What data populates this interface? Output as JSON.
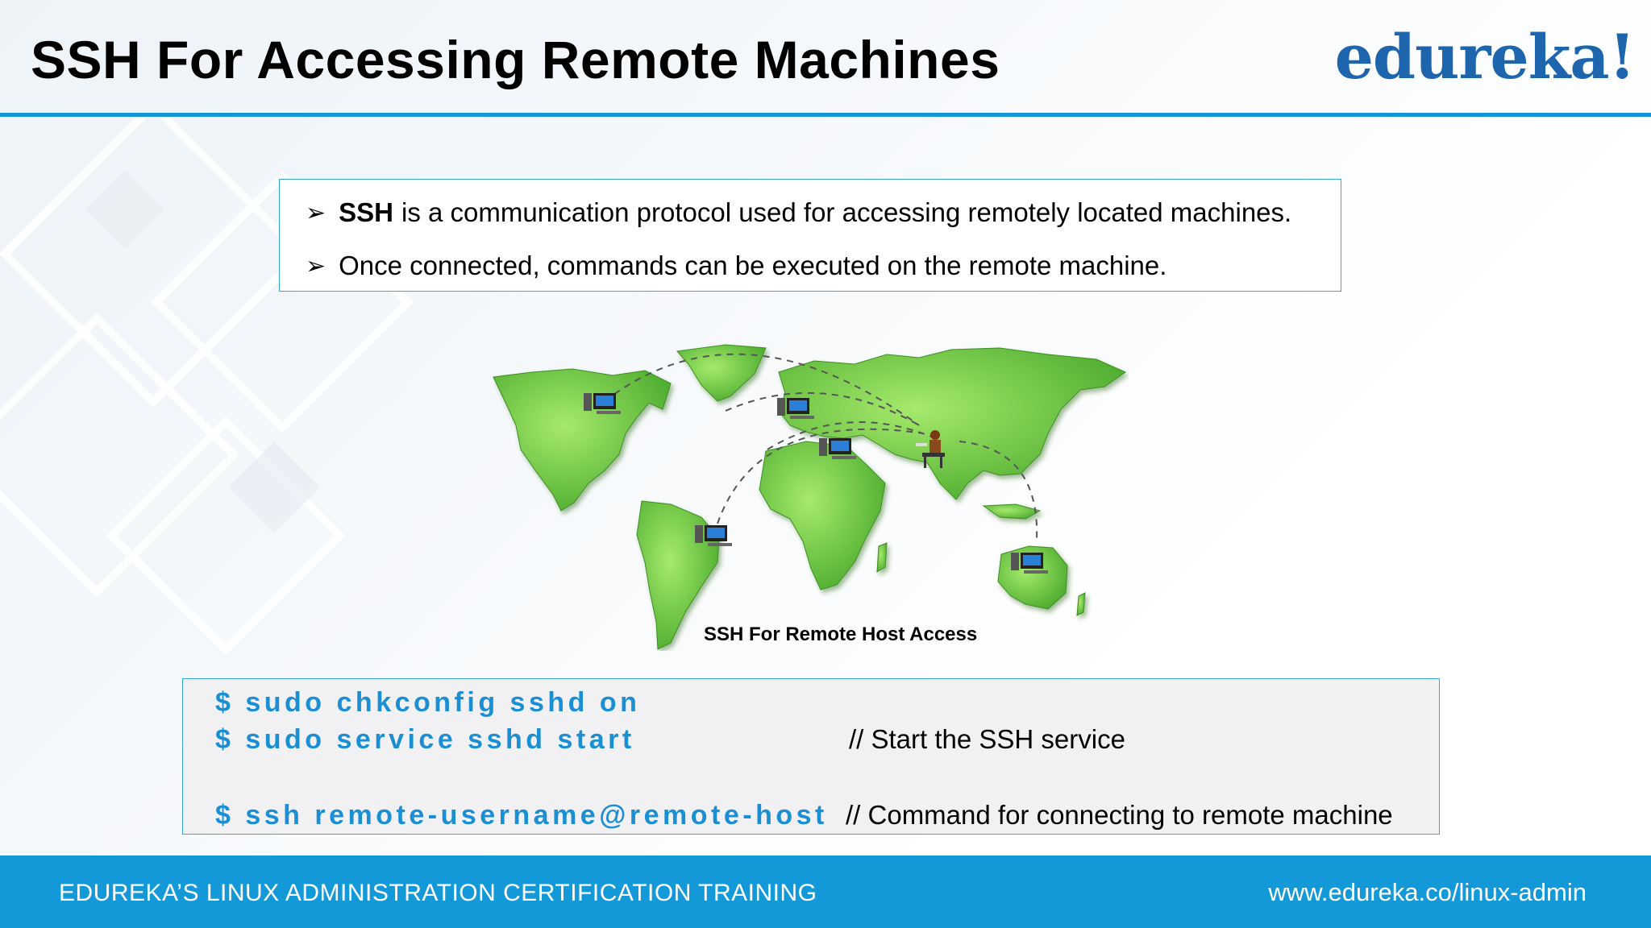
{
  "slide": {
    "title": "SSH For Accessing Remote Machines",
    "logo": "edureka!"
  },
  "info": {
    "bullets": [
      {
        "bold": "SSH",
        "text": "is a communication protocol used for accessing remotely located machines."
      },
      {
        "bold": "",
        "text": "Once connected, commands can be executed on the remote machine."
      }
    ]
  },
  "map": {
    "caption": "SSH For Remote Host Access",
    "icons": [
      "computer-icon",
      "computer-icon",
      "computer-icon",
      "computer-icon",
      "computer-icon",
      "user-at-desk-icon"
    ]
  },
  "commands": [
    {
      "cmd": "$ sudo chkconfig sshd on",
      "comment": ""
    },
    {
      "cmd": "$ sudo service sshd start",
      "comment": "// Start the SSH service"
    },
    {
      "cmd": "$ ssh remote-username@remote-host",
      "comment": "// Command for connecting to remote machine"
    }
  ],
  "footer": {
    "left": "EDUREKA’S LINUX ADMINISTRATION CERTIFICATION TRAINING",
    "right": "www.edureka.co/linux-admin"
  },
  "colors": {
    "accent": "#1499d8",
    "command": "#1a8fd3",
    "logo": "#1d65ad",
    "map_green": "#5cbf3a"
  }
}
